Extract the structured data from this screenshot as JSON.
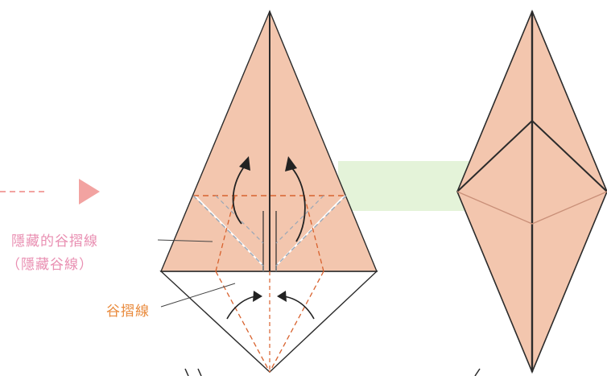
{
  "colors": {
    "paper_colored": "#f3c6ae",
    "paper_white": "#ffffff",
    "line": "#2b2b2b",
    "valley_dash": "#d8622e",
    "hidden_dash": "#9aa7b6",
    "pink_text": "#e98fb2",
    "orange_text": "#e98a3c",
    "green_band": "#e4f3d9",
    "arrow": "#222222",
    "indicator": "#f2a3a1"
  },
  "labels": {
    "hidden_valley_fold": "隱藏的谷摺線",
    "hidden_valley_short": "（隱藏谷線）",
    "valley_fold": "谷摺線"
  },
  "icons": {
    "step_indicator": "triangle-arrow-icon",
    "fold_arrow": "curved-arrow-icon"
  }
}
